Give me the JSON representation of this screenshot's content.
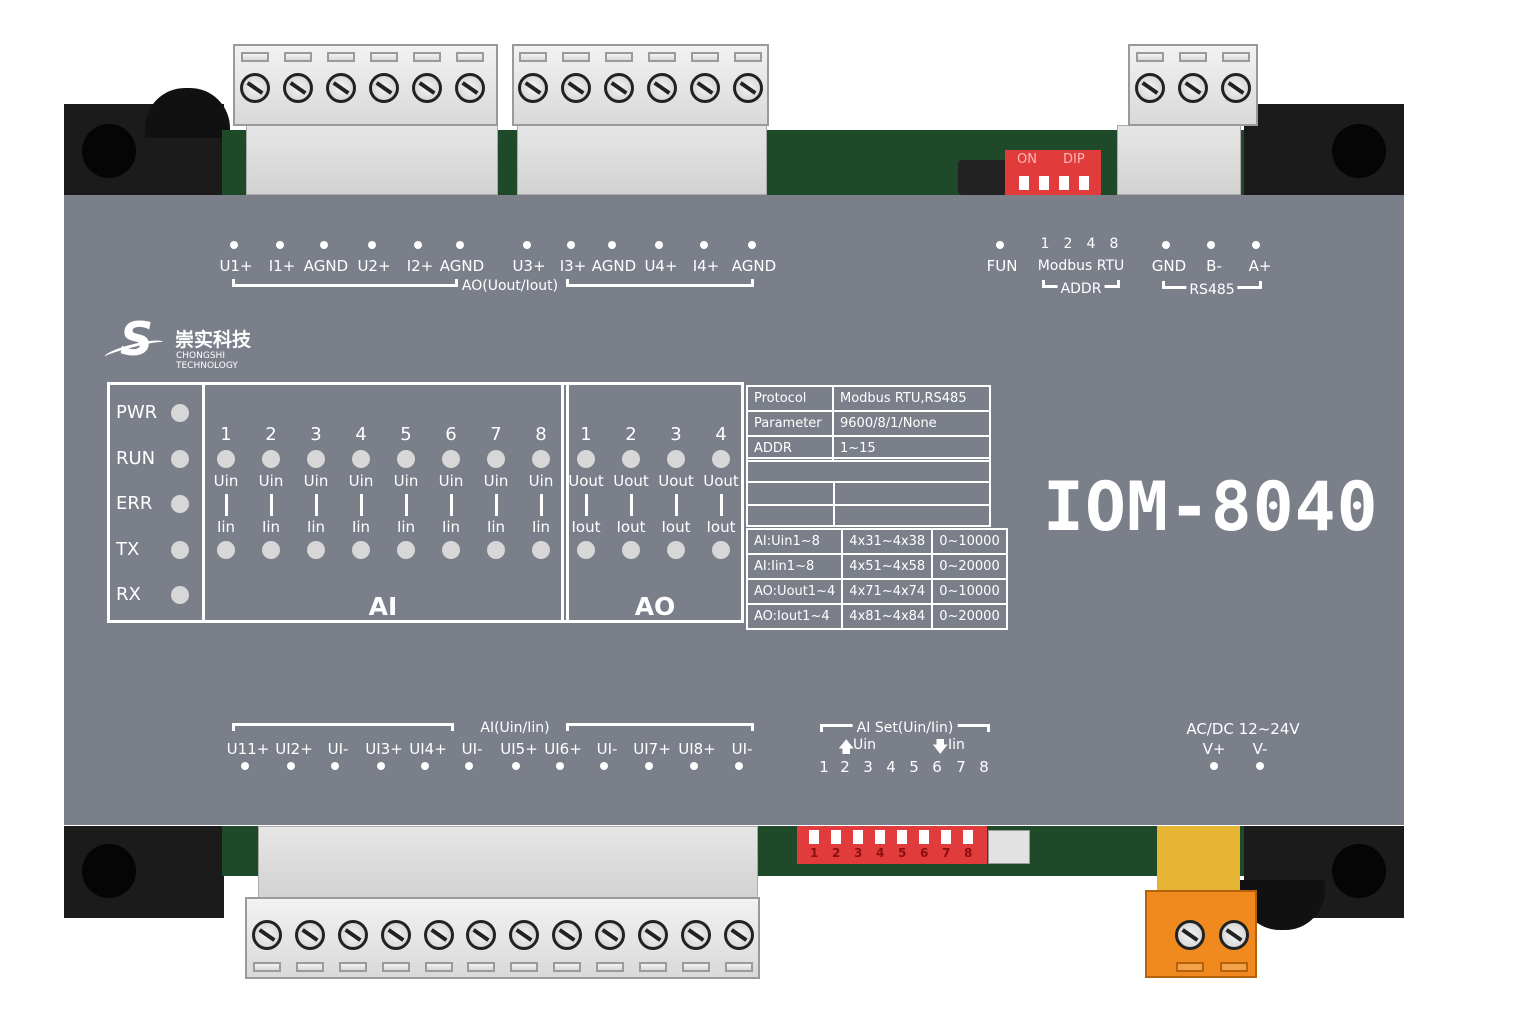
{
  "top_terminals": {
    "ao_labels": [
      "U1+",
      "I1+",
      "AGND",
      "U2+",
      "I2+",
      "AGND",
      "U3+",
      "I3+",
      "AGND",
      "U4+",
      "I4+",
      "AGND"
    ],
    "ao_group_label": "AO(Uout/Iout)",
    "fun_label": "FUN",
    "addr_bits": [
      "1",
      "2",
      "4",
      "8"
    ],
    "modbus_label": "Modbus RTU",
    "addr_group_label": "ADDR",
    "rs485_labels": [
      "GND",
      "B-",
      "A+"
    ],
    "rs485_group_label": "RS485"
  },
  "dip_top": {
    "on": "ON",
    "dip": "DIP"
  },
  "logo": {
    "mark": "S",
    "cn_name": "崇实科技",
    "en_name": "CHONGSHI TECHNOLOGY"
  },
  "status_leds": [
    "PWR",
    "RUN",
    "ERR",
    "TX",
    "RX"
  ],
  "ai_channels": {
    "numbers": [
      "1",
      "2",
      "3",
      "4",
      "5",
      "6",
      "7",
      "8"
    ],
    "top_label": "Uin",
    "bottom_label": "Iin",
    "group_label": "AI"
  },
  "ao_channels": {
    "numbers": [
      "1",
      "2",
      "3",
      "4"
    ],
    "top_label": "Uout",
    "bottom_label": "Iout",
    "group_label": "AO"
  },
  "spec_table": {
    "rows_top": [
      [
        "Protocol",
        "Modbus RTU,RS485"
      ],
      [
        "Parameter",
        "9600/8/1/None"
      ],
      [
        "ADDR",
        "1~15"
      ]
    ],
    "rows_bottom": [
      [
        "AI:Uin1~8",
        "4x31~4x38",
        "0~10000"
      ],
      [
        "AI:Iin1~8",
        "4x51~4x58",
        "0~20000"
      ],
      [
        "AO:Uout1~4",
        "4x71~4x74",
        "0~10000"
      ],
      [
        "AO:Iout1~4",
        "4x81~4x84",
        "0~20000"
      ]
    ]
  },
  "model": "IOM-8040",
  "bottom_terminals": {
    "ai_group_label": "AI(Uin/Iin)",
    "ai_labels": [
      "U11+",
      "UI2+",
      "UI-",
      "UI3+",
      "UI4+",
      "UI-",
      "UI5+",
      "UI6+",
      "UI-",
      "UI7+",
      "UI8+",
      "UI-"
    ],
    "ai_set_label": "AI Set(Uin/Iin)",
    "uin_label": "Uin",
    "iin_label": "Iin",
    "ai_set_numbers": [
      "1",
      "2",
      "3",
      "4",
      "5",
      "6",
      "7",
      "8"
    ],
    "power_label": "AC/DC 12~24V",
    "power_pins": [
      "V+",
      "V-"
    ]
  },
  "colors": {
    "panel": "#7a7f8a",
    "dip": "#e23b3b",
    "power_terminal": "#f08a1e"
  }
}
